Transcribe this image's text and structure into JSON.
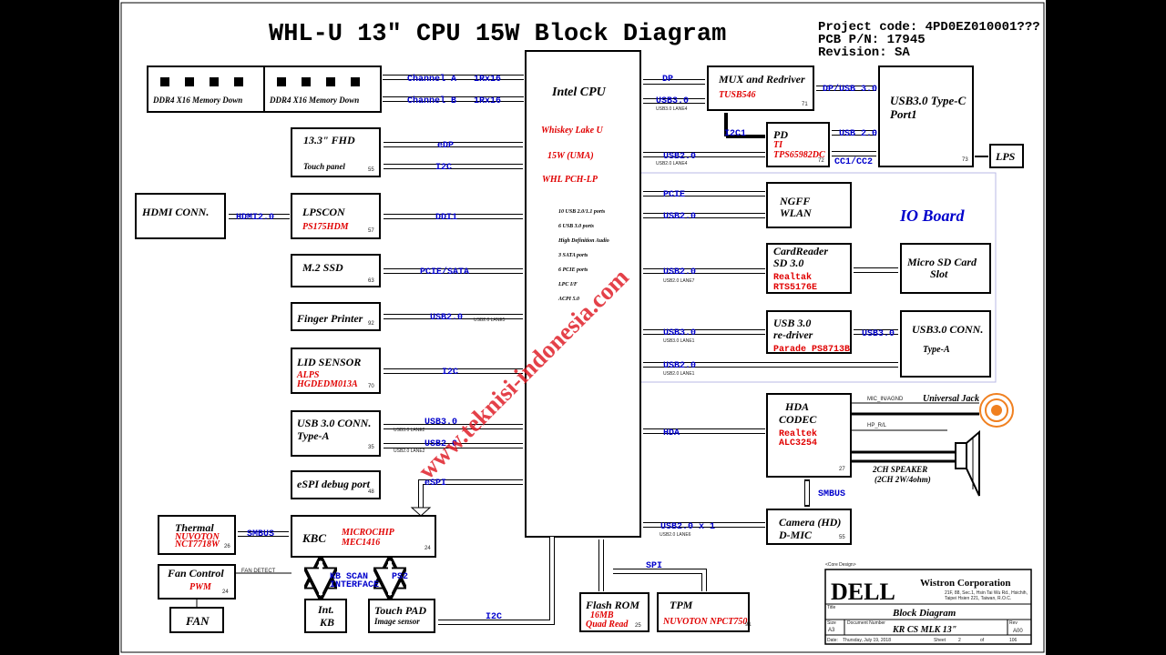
{
  "title": "WHL-U 13\" CPU 15W Block Diagram",
  "project_code": "Project code: 4PD0EZ010001???",
  "pcb": "PCB P/N: 17945",
  "revision": "Revision: SA",
  "io_board": "IO Board",
  "watermark": "www.teknisi-indonesia.com",
  "cpu": {
    "title": "Intel CPU",
    "name": "Whiskey Lake U",
    "power": "15W (UMA)",
    "pch": "WHL PCH-LP",
    "features": [
      "10 USB 2.0/1.1 ports",
      "6 USB 3.0 ports",
      "High Definition Audio",
      "3 SATA ports",
      "6 PCIE ports",
      "LPC I/F",
      "ACPI 5.0"
    ]
  },
  "ddr": {
    "a": "DDR4 X16 Memory Down",
    "b": "DDR4 X16 Memory Down",
    "ch_a": "Channel A",
    "ch_a_w": "1Rx16",
    "ch_b": "Channel B",
    "ch_b_w": "1Rx16"
  },
  "left": {
    "fhd": "13.3\" FHD",
    "touch_panel": "Touch panel",
    "edp": "eDP",
    "i2c": "I2C",
    "hdmi_conn": "HDMI CONN.",
    "hdmi2": "HDMI2.0",
    "lspcon": "LPSCON",
    "lspcon_part": "PS175HDM",
    "ddi1": "DDI1",
    "m2": "M.2 SSD",
    "pcie_sata": "PCIE/SATA",
    "finger": "Finger Printer",
    "usb20": "USB2.0",
    "lid": "LID SENSOR",
    "lid_vendor": "ALPS",
    "lid_part": "HGDEDM013A",
    "lid_i2c": "I2C",
    "usb30conn": "USB 3.0 CONN.",
    "typea": "Type-A",
    "usb30": "USB3.0",
    "usb20b": "USB2.0",
    "espi_debug": "eSPI debug port",
    "espi": "eSPI"
  },
  "kbc": {
    "thermal": "Thermal",
    "thermal_vendor": "NUVOTON",
    "thermal_part": "NCT7718W",
    "smbus": "SMBUS",
    "kbc": "KBC",
    "kbc_vendor": "MICROCHIP",
    "kbc_part": "MEC1416",
    "fan_control": "Fan Control",
    "pwm": "PWM",
    "fan_detect": "FAN DETECT",
    "fan": "FAN",
    "kb_scan": "KB SCAN",
    "interface": "INTERFACE",
    "ps2": "PS2",
    "intkb1": "Int.",
    "intkb2": "KB",
    "touchpad": "Touch PAD",
    "image_sensor": "Image sensor",
    "i2c": "I2C"
  },
  "right": {
    "dp": "DP",
    "usb30": "USB3.0",
    "mux": "MUX and Redriver",
    "mux_part": "TUSB546",
    "dp_usb": "DP/USB 3.0",
    "typec": "USB3.0 Type-C",
    "port1": "Port1",
    "i2c1": "I2C1",
    "pd": "PD",
    "pd_vendor": "TI",
    "pd_part": "TPS65982DC",
    "usb20": "USB 2.0",
    "cc": "CC1/CC2",
    "lps": "LPS",
    "usb20_pd": "USB2.0",
    "pcie": "PCIE",
    "usb20_w": "USB2.0",
    "ngff": "NGFF",
    "wlan": "WLAN",
    "usb20_cr": "USB2.0",
    "cardreader": "CardReader",
    "sd30": "SD 3.0",
    "cr_vendor": "Realtak",
    "cr_part": "RTS5176E",
    "microsd": "Micro SD Card",
    "slot": "Slot",
    "usb30_rd": "USB3.0",
    "redriver1": "USB 3.0",
    "redriver2": "re-driver",
    "redriver_part": "Parade PS8713B",
    "usb30_b": "USB3.0",
    "usb30conn": "USB3.0 CONN.",
    "typea": "Type-A",
    "usb20_conn": "USB2.0",
    "hda": "HDA",
    "hda_codec": "HDA",
    "codec": "CODEC",
    "codec_vendor": "Realtek",
    "codec_part": "ALC3254",
    "mic_agnd": "MIC_IN/AGND",
    "universal_jack": "Universal Jack",
    "hp_rl": "HP_R/L",
    "speaker": "2CH SPEAKER",
    "speaker_spec": "(2CH 2W/4ohm)",
    "smbus": "SMBUS",
    "usb20x1": "USB2.0 x 1",
    "camera": "Camera (HD)",
    "dmic": "D-MIC",
    "spi": "SPI",
    "flash": "Flash ROM",
    "flash_size": "16MB",
    "flash_mode": "Quad Read",
    "tpm": "TPM",
    "tpm_part": "NUVOTON NPCT750"
  },
  "titleblock": {
    "core": "<Core Design>",
    "logo": "DELL",
    "company": "Wistron Corporation",
    "address1": "21F, 88, Sec.1, Hsin Tai Wu Rd., Hsichih,",
    "address2": "Taipei Hsien 221, Taiwan, R.O.C.",
    "title_label": "Title",
    "title": "Block Diagram",
    "size_label": "Size",
    "size": "A3",
    "doc_label": "Document Number",
    "doc": "KR CS MLK 13\"",
    "rev_label": "Rev",
    "rev": "A00",
    "date_label": "Date:",
    "date": "Thursday, July 19, 2018",
    "sheet_label": "Sheet",
    "sheet": "2",
    "of": "of",
    "total": "106"
  },
  "lanes": {
    "usb30_l4": "USB3.0 LANE4",
    "usb20_l4": "USB2.0 LANE4",
    "usb20_l7": "USB2.0 LANE7",
    "usb30_l1": "USB3.0 LANE1",
    "usb20_l1": "USB2.0 LANE1",
    "usb20_l5": "USB2.0 LANE5",
    "usb30_l2": "USB3.0 LANE2",
    "usb20_l2": "USB2.0 LANE2",
    "usb20_l6": "USB2.0 LANE6"
  },
  "pages": {
    "p55": "55",
    "p57": "57",
    "p63": "63",
    "p92": "92",
    "p70": "70",
    "p35": "35",
    "p48": "48",
    "p26": "26",
    "p24": "24",
    "p24b": "24",
    "p71": "71",
    "p72": "72",
    "p73": "73",
    "p27": "27",
    "p55b": "55",
    "p25": "25",
    "p91": "91"
  }
}
